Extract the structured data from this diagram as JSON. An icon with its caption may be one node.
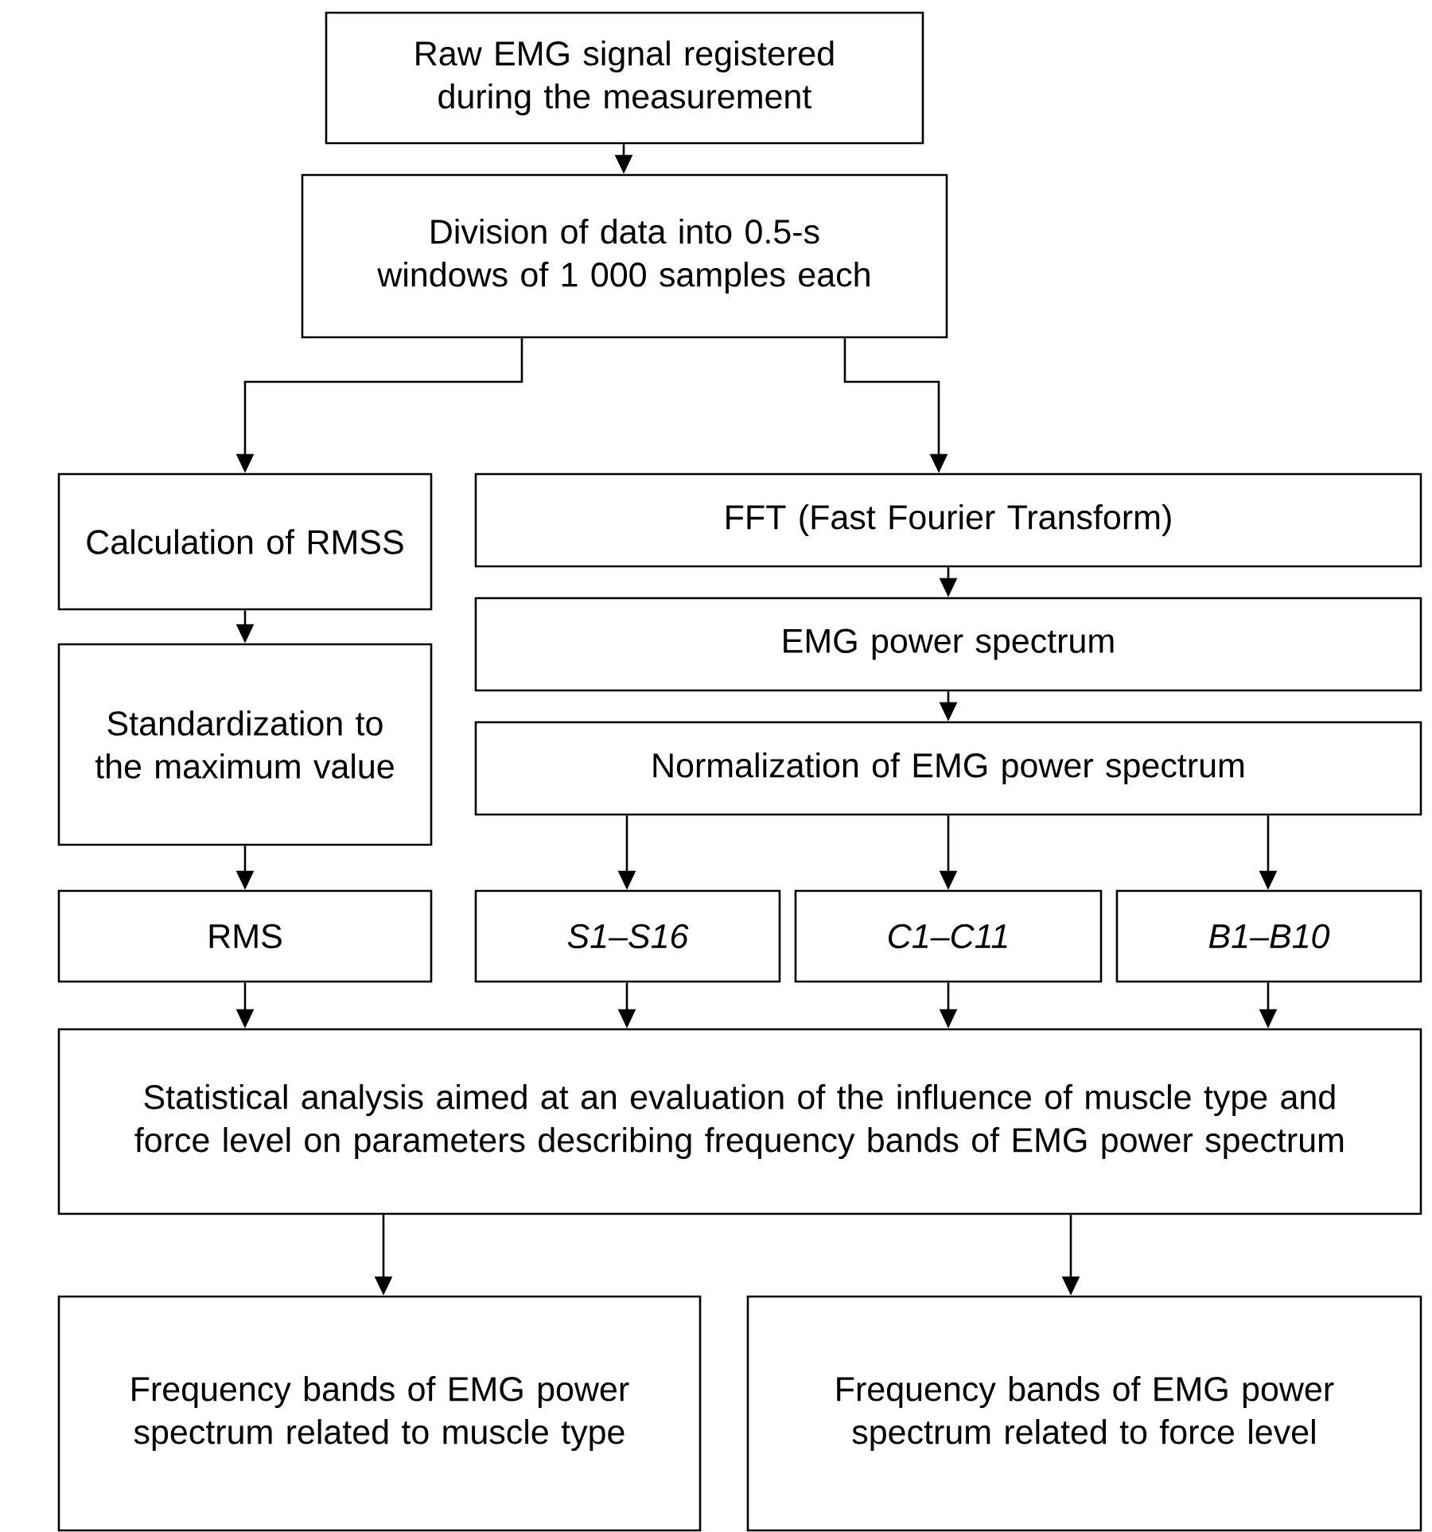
{
  "diagram": {
    "nodes": [
      {
        "text": [
          "Raw EMG signal registered during the measurement"
        ]
      },
      {
        "text": [
          "Division of data into 0.5-s windows of 1 000 samples each"
        ]
      },
      {
        "text": [
          "Calculation of RMSS"
        ]
      },
      {
        "text": [
          "FFT (Fast Fourier Transform)"
        ]
      },
      {
        "text": [
          "Standardization to the maximum value"
        ]
      },
      {
        "text": [
          "EMG power spectrum"
        ]
      },
      {
        "text": [
          "Normalization of EMG power spectrum"
        ]
      },
      {
        "text": [
          "RMS"
        ]
      },
      {
        "text": [
          "S1–S16"
        ]
      },
      {
        "text": [
          "C1–C11"
        ]
      },
      {
        "text": [
          "B1–B10"
        ]
      },
      {
        "text": [
          "Statistical analysis aimed at an evaluation of  the influence of muscle type and force level on parameters describing frequency bands of EMG power spectrum"
        ]
      },
      {
        "text": [
          "Frequency bands of EMG power spectrum related to muscle type"
        ]
      },
      {
        "text": [
          "Frequency bands of EMG power spectrum related to force level"
        ]
      }
    ],
    "edges": [
      {
        "from": 0,
        "to": 1,
        "arrow": "to"
      },
      {
        "from": 1,
        "to": 2,
        "arrow": "to"
      },
      {
        "from": 1,
        "to": 3,
        "arrow": "to"
      },
      {
        "from": 2,
        "to": 4,
        "arrow": "to"
      },
      {
        "from": 3,
        "to": 5,
        "arrow": "to"
      },
      {
        "from": 5,
        "to": 6,
        "arrow": "to"
      },
      {
        "from": 4,
        "to": 7,
        "arrow": "to"
      },
      {
        "from": 6,
        "to": 8,
        "arrow": "to"
      },
      {
        "from": 6,
        "to": 9,
        "arrow": "to"
      },
      {
        "from": 6,
        "to": 10,
        "arrow": "to"
      },
      {
        "from": 7,
        "to": 11,
        "arrow": "to"
      },
      {
        "from": 8,
        "to": 11,
        "arrow": "to"
      },
      {
        "from": 9,
        "to": 11,
        "arrow": "to"
      },
      {
        "from": 10,
        "to": 11,
        "arrow": "to"
      },
      {
        "from": 11,
        "to": 12,
        "arrow": "to"
      },
      {
        "from": 11,
        "to": 13,
        "arrow": "to"
      }
    ]
  }
}
